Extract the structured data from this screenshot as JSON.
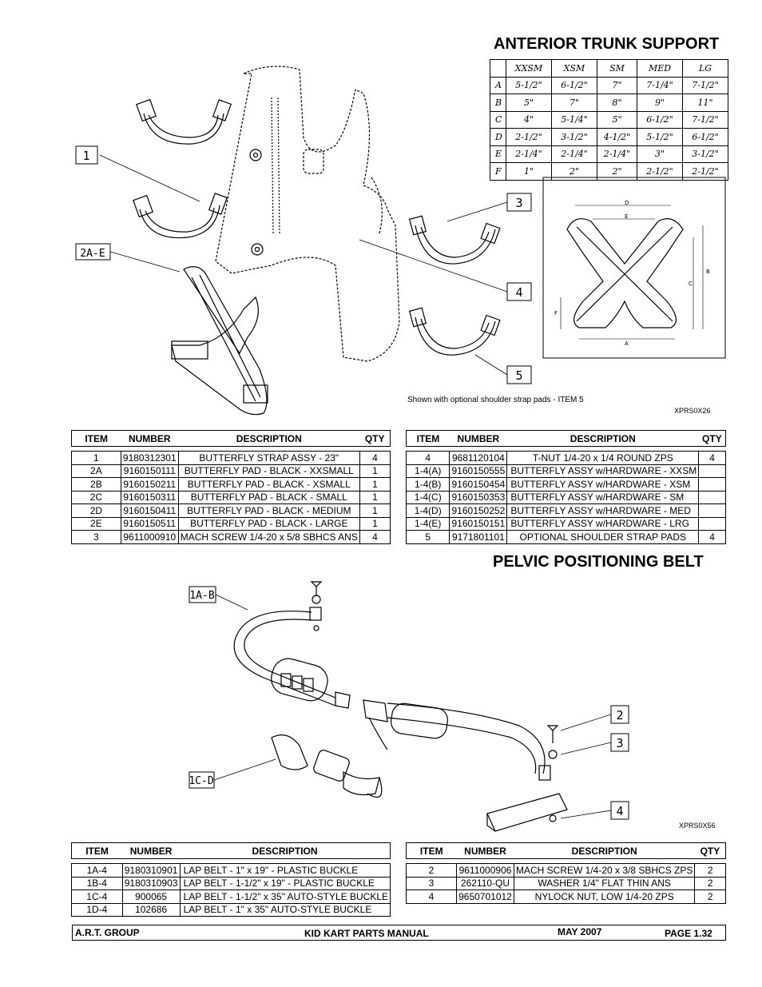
{
  "sections": {
    "anterior": {
      "title": "ANTERIOR TRUNK SUPPORT",
      "note": "Shown with optional shoulder strap pads - ITEM 5",
      "code": "XPRS0X26",
      "callouts": [
        "1",
        "2A-E",
        "3",
        "4",
        "5"
      ],
      "size_table": {
        "headers": [
          "XXSM",
          "XSM",
          "SM",
          "MED",
          "LG"
        ],
        "rows": [
          {
            "label": "A",
            "values": [
              "5-1/2\"",
              "6-1/2\"",
              "7\"",
              "7-1/4\"",
              "7-1/2\""
            ]
          },
          {
            "label": "B",
            "values": [
              "5\"",
              "7\"",
              "8\"",
              "9\"",
              "11\""
            ]
          },
          {
            "label": "C",
            "values": [
              "4\"",
              "5-1/4\"",
              "5\"",
              "6-1/2\"",
              "7-1/2\""
            ]
          },
          {
            "label": "D",
            "values": [
              "2-1/2\"",
              "3-1/2\"",
              "4-1/2\"",
              "5-1/2\"",
              "6-1/2\""
            ]
          },
          {
            "label": "E",
            "values": [
              "2-1/4\"",
              "2-1/4\"",
              "2-1/4\"",
              "3\"",
              "3-1/2\""
            ]
          },
          {
            "label": "F",
            "values": [
              "1\"",
              "2\"",
              "2\"",
              "2-1/2\"",
              "2-1/2\""
            ]
          }
        ],
        "dim_letters": [
          "D",
          "E",
          "B",
          "C",
          "F",
          "A"
        ]
      },
      "left_table": {
        "headers": [
          "ITEM",
          "NUMBER",
          "DESCRIPTION",
          "QTY"
        ],
        "rows": [
          [
            "1",
            "9180312301",
            "BUTTERFLY STRAP ASSY - 23\"",
            "4"
          ],
          [
            "2A",
            "9160150111",
            "BUTTERFLY PAD - BLACK - XXSMALL",
            "1"
          ],
          [
            "2B",
            "9160150211",
            "BUTTERFLY PAD - BLACK - XSMALL",
            "1"
          ],
          [
            "2C",
            "9160150311",
            "BUTTERFLY PAD - BLACK - SMALL",
            "1"
          ],
          [
            "2D",
            "9160150411",
            "BUTTERFLY PAD - BLACK - MEDIUM",
            "1"
          ],
          [
            "2E",
            "9160150511",
            "BUTTERFLY PAD - BLACK - LARGE",
            "1"
          ],
          [
            "3",
            "9611000910",
            "MACH SCREW 1/4-20 x 5/8 SBHCS ANS",
            "4"
          ]
        ]
      },
      "right_table": {
        "headers": [
          "ITEM",
          "NUMBER",
          "DESCRIPTION",
          "QTY"
        ],
        "rows": [
          [
            "4",
            "9681120104",
            "T-NUT 1/4-20 x 1/4 ROUND ZPS",
            "4"
          ],
          [
            "1-4(A)",
            "9160150555",
            "BUTTERFLY ASSY w/HARDWARE - XXSM",
            ""
          ],
          [
            "1-4(B)",
            "9160150454",
            "BUTTERFLY ASSY w/HARDWARE - XSM",
            ""
          ],
          [
            "1-4(C)",
            "9160150353",
            "BUTTERFLY ASSY w/HARDWARE - SM",
            ""
          ],
          [
            "1-4(D)",
            "9160150252",
            "BUTTERFLY ASSY w/HARDWARE - MED",
            ""
          ],
          [
            "1-4(E)",
            "9160150151",
            "BUTTERFLY ASSY w/HARDWARE - LRG",
            ""
          ],
          [
            "5",
            "9171801101",
            "OPTIONAL SHOULDER STRAP PADS",
            "4"
          ]
        ]
      }
    },
    "pelvic": {
      "title": "PELVIC POSITIONING BELT",
      "code": "XPRS0X56",
      "callouts": [
        "1A-B",
        "1C-D",
        "2",
        "3",
        "4"
      ],
      "left_table": {
        "headers": [
          "ITEM",
          "NUMBER",
          "DESCRIPTION"
        ],
        "rows": [
          [
            "1A-4",
            "9180310901",
            "LAP BELT - 1\" x 19\" - PLASTIC BUCKLE"
          ],
          [
            "1B-4",
            "9180310903",
            "LAP BELT - 1-1/2\" x 19\" - PLASTIC BUCKLE"
          ],
          [
            "1C-4",
            "900065",
            "LAP BELT - 1-1/2\" x 35\" AUTO-STYLE BUCKLE"
          ],
          [
            "1D-4",
            "102686",
            "LAP BELT - 1\" x 35\" AUTO-STYLE BUCKLE"
          ]
        ]
      },
      "right_table": {
        "headers": [
          "ITEM",
          "NUMBER",
          "DESCRIPTION",
          "QTY"
        ],
        "rows": [
          [
            "2",
            "9611000906",
            "MACH SCREW 1/4-20 x 3/8 SBHCS ZPS",
            "2"
          ],
          [
            "3",
            "262110-QU",
            "WASHER 1/4\" FLAT THIN ANS",
            "2"
          ],
          [
            "4",
            "9650701012",
            "NYLOCK NUT, LOW 1/4-20 ZPS",
            "2"
          ]
        ]
      }
    }
  },
  "footer": {
    "company": "A.R.T. GROUP",
    "manual": "KID KART PARTS MANUAL",
    "date": "MAY 2007",
    "page": "PAGE  1.32"
  }
}
